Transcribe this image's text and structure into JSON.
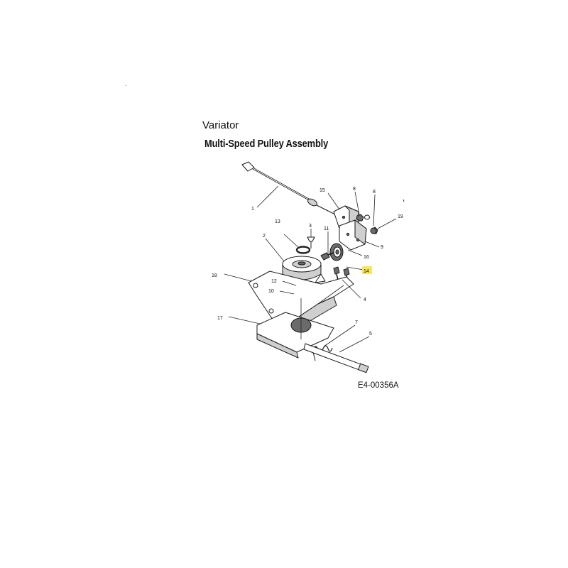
{
  "header": {
    "title": "Variator",
    "subtitle": "Multi-Speed Pulley Assembly"
  },
  "figure_code": "E4-00356A",
  "callouts": [
    {
      "id": "1",
      "text": "1"
    },
    {
      "id": "2",
      "text": "2"
    },
    {
      "id": "3",
      "text": "3"
    },
    {
      "id": "4",
      "text": "4"
    },
    {
      "id": "5",
      "text": "5"
    },
    {
      "id": "7",
      "text": "7"
    },
    {
      "id": "8a",
      "text": "8"
    },
    {
      "id": "8b",
      "text": "8"
    },
    {
      "id": "9",
      "text": "9"
    },
    {
      "id": "10",
      "text": "10"
    },
    {
      "id": "11",
      "text": "11"
    },
    {
      "id": "12",
      "text": "12"
    },
    {
      "id": "13",
      "text": "13"
    },
    {
      "id": "14",
      "text": "14",
      "highlighted": true
    },
    {
      "id": "15",
      "text": "15"
    },
    {
      "id": "16",
      "text": "16"
    },
    {
      "id": "17",
      "text": "17"
    },
    {
      "id": "18",
      "text": "18"
    },
    {
      "id": "19",
      "text": "19"
    }
  ],
  "colors": {
    "highlight": "#f7e75a",
    "line": "#222222",
    "background": "#ffffff"
  }
}
